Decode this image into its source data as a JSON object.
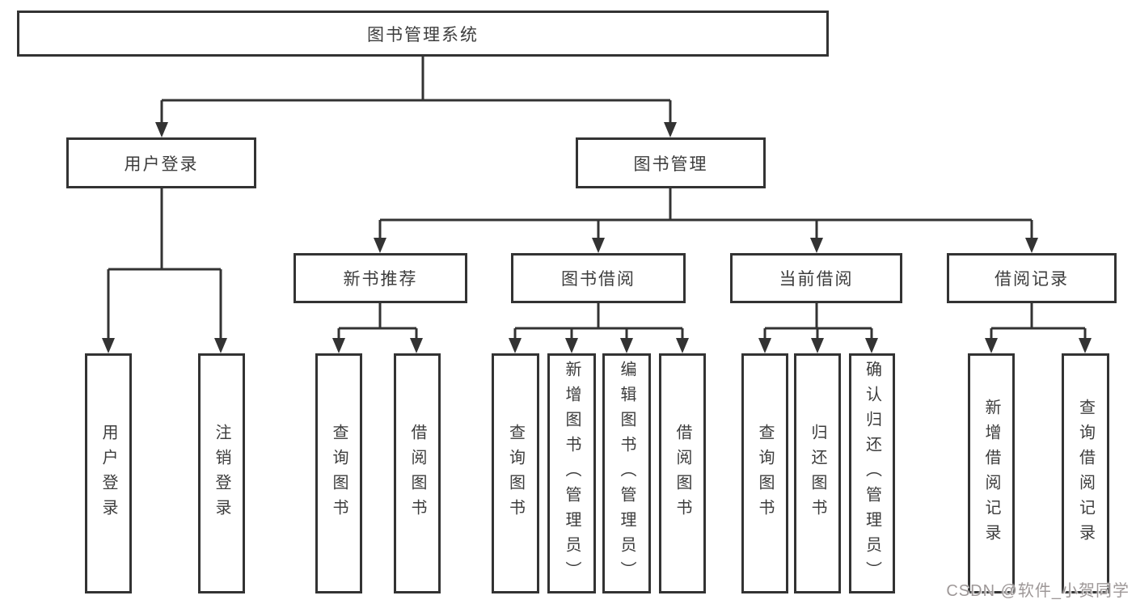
{
  "diagram": {
    "root": {
      "label": "图书管理系统"
    },
    "level2": {
      "user_login": {
        "label": "用户登录"
      },
      "book_mgmt": {
        "label": "图书管理"
      }
    },
    "level3": {
      "new_book_rec": {
        "label": "新书推荐"
      },
      "book_borrow": {
        "label": "图书借阅"
      },
      "current_borrow": {
        "label": "当前借阅"
      },
      "borrow_records": {
        "label": "借阅记录"
      }
    },
    "leaves": {
      "user_login": {
        "login": "用户登录",
        "logout": "注销登录"
      },
      "new_book_rec": {
        "query": "查询图书",
        "borrow": "借阅图书"
      },
      "book_borrow": {
        "query": "查询图书",
        "add": "新增图书（管理员）",
        "edit": "编辑图书（管理员）",
        "borrow": "借阅图书"
      },
      "current_borrow": {
        "query": "查询图书",
        "return": "归还图书",
        "confirm": "确认归还（管理员）"
      },
      "borrow_records": {
        "add": "新增借阅记录",
        "query": "查询借阅记录"
      }
    }
  },
  "watermark": "CSDN @软件_小贺同学",
  "colors": {
    "line": "#333333",
    "text": "#3d3d3d",
    "box_background": "#ffffff",
    "page_background": "#ffffff",
    "watermark": "#9e9898"
  }
}
